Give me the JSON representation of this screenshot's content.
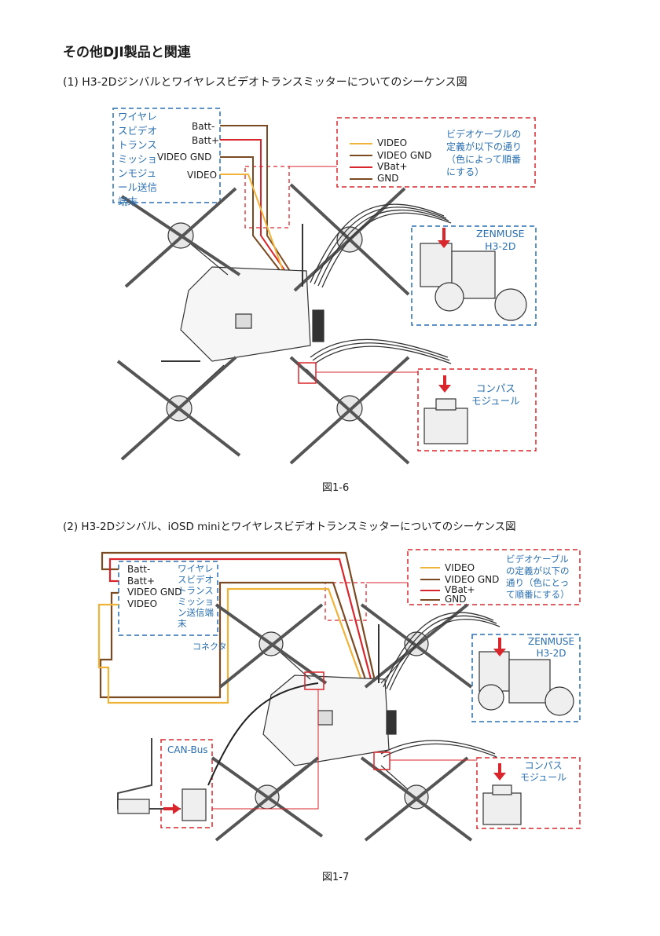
{
  "page": {
    "heading": "その他DJI製品と関連",
    "fig1": {
      "title": "(1) H3-2Dジンバルとワイヤレスビデオトランスミッターについてのシーケンス図",
      "caption": "図1-6",
      "module_label": "ワイヤレ\nスビデオ\nトランス\nミッショ\nンモジュ\nール送信\n端末",
      "pins": [
        "Batt-",
        "Batt+",
        "VIDEO GND",
        "VIDEO"
      ],
      "legend": {
        "items": [
          "VIDEO",
          "VIDEO GND",
          "VBat+",
          "GND"
        ],
        "note": "ビデオケーブルの\n定義が以下の通り\n（色によって順番\nにする）"
      },
      "gimbal_label": "ZENMUSE\nH3-2D",
      "compass_label": "コンパス\nモジュール"
    },
    "fig2": {
      "title": "(2) H3-2Dジンバル、iOSD miniとワイヤレスビデオトランスミッターについてのシーケンス図",
      "caption": "図1-7",
      "module_label": "ワイヤレ\nスビデオ\nトランス\nミッショ\nン送信端\n末",
      "pins": [
        "Batt-",
        "Batt+",
        "VIDEO GND",
        "VIDEO"
      ],
      "connector_label": "コネクタ",
      "canbus_label": "CAN-Bus",
      "legend": {
        "items": [
          "VIDEO",
          "VIDEO GND",
          "VBat+",
          "GND"
        ],
        "note": "ビデオケーブル\nの定義が以下の\n通り（色にとっ\nて順番にする）"
      },
      "gimbal_label": "ZENMUSE\nH3-2D",
      "compass_label": "コンパス\nモジュール"
    }
  },
  "colors": {
    "video": "#f0b33a",
    "video_gnd": "#7a4a23",
    "vbat": "#d8262c",
    "gnd": "#7a4a23",
    "dash_red": "#d8262c",
    "dash_blue": "#2a6fb0"
  }
}
